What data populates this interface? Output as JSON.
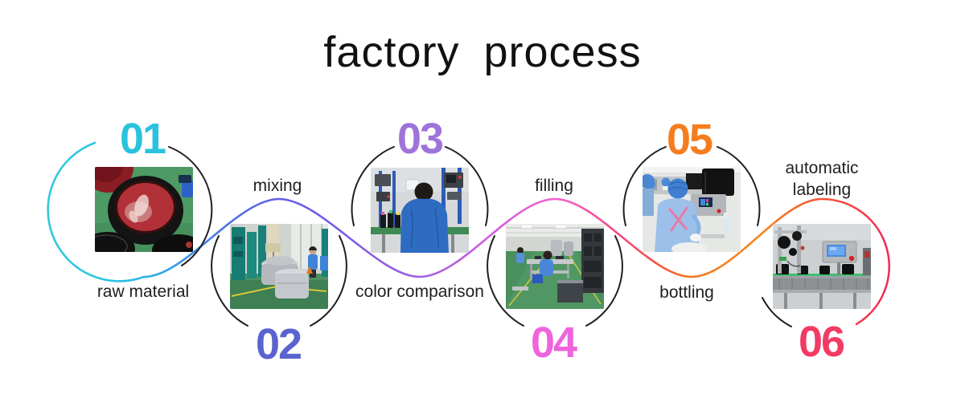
{
  "title": "factory process",
  "steps": [
    {
      "number": "01",
      "label": "raw material",
      "color": "#29c3dd"
    },
    {
      "number": "02",
      "label": "mixing",
      "color": "#5a63cf"
    },
    {
      "number": "03",
      "label": "color comparison",
      "color": "#9e74da"
    },
    {
      "number": "04",
      "label": "filling",
      "color": "#ef63dc"
    },
    {
      "number": "05",
      "label": "bottling",
      "color": "#f57d1f"
    },
    {
      "number": "06",
      "label": "automatic labeling",
      "color": "#f23b64"
    }
  ],
  "palette": {
    "arc_black": "#202022",
    "wave_stops": [
      "#30c8e0",
      "#2ab6e8",
      "#477be8",
      "#6360e2",
      "#7f5ce5",
      "#a25ee4",
      "#cf5ee0",
      "#f163cf",
      "#f8477a",
      "#f4583f",
      "#f2761f",
      "#f8871b",
      "#f55a32",
      "#ee2c5c"
    ]
  }
}
